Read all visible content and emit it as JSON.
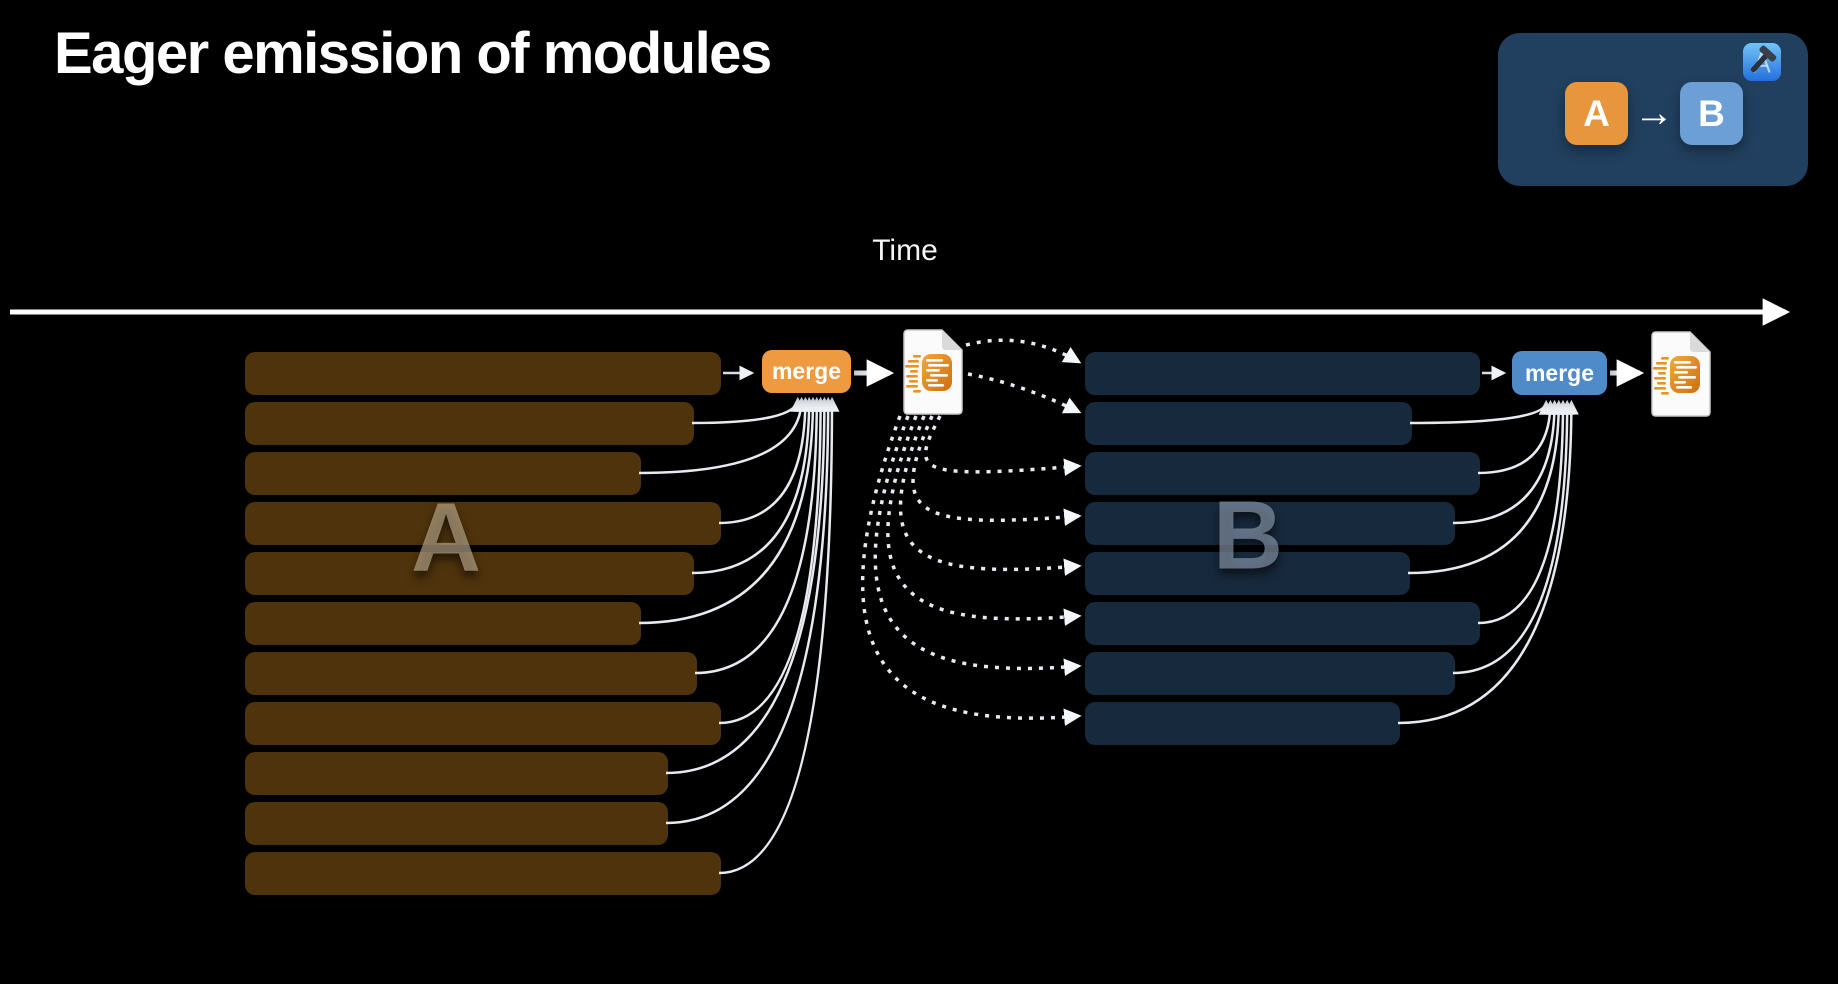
{
  "slide": {
    "title": "Eager emission of modules",
    "timeline_label": "Time"
  },
  "legend": {
    "module_a_label": "A",
    "module_b_label": "B",
    "arrow_glyph": "→",
    "icon": "xcode-app-icon"
  },
  "icons": {
    "xcode": "xcode-app-icon",
    "artifact": "swiftmodule-file-icon",
    "arrow": "arrow-right-icon"
  },
  "colors": {
    "background": "#000000",
    "title_text": "#ffffff",
    "module_a_bar": "#4f330c",
    "module_b_bar": "#17293d",
    "merge_a_bg": "#ee9a40",
    "merge_b_bg": "#4f8ac9",
    "arrow_stroke": "#e7ebf0",
    "legend_card_bg": "#21405f",
    "legend_a_bg": "#e8963e",
    "legend_b_bg": "#6b9fd6"
  },
  "diagram": {
    "module_a": {
      "watermark": "A",
      "merge_label": "merge",
      "task_count": 11,
      "bar_widths": [
        476,
        449,
        396,
        476,
        449,
        396,
        452,
        476,
        423,
        423,
        476
      ]
    },
    "module_b": {
      "watermark": "B",
      "merge_label": "merge",
      "task_count": 8,
      "bar_widths": [
        395,
        327,
        395,
        370,
        325,
        395,
        370,
        315
      ]
    }
  }
}
